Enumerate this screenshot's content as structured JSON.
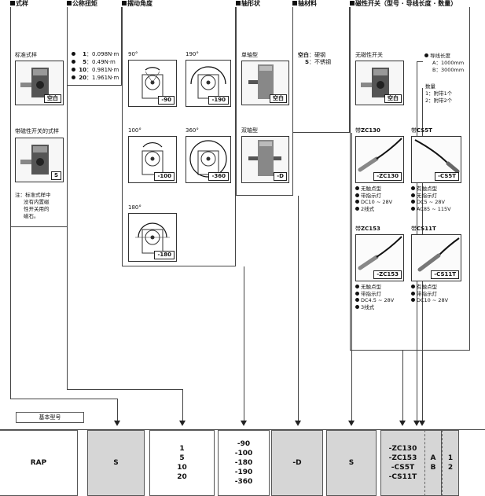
{
  "headers": {
    "style": "式样",
    "torque": "公称扭矩",
    "angle": "摆动角度",
    "shaft": "轴形状",
    "material": "轴材料",
    "switch": "磁性开关（型号 · 导线长度 · 数量）"
  },
  "style_col": {
    "standard_label": "标准式样",
    "standard_tag": "空白",
    "magnetic_label": "带磁性开关的式样",
    "magnetic_tag": "S",
    "note": [
      "注：标准式样中",
      "没有内置磁",
      "性开关用的",
      "磁石。"
    ]
  },
  "torque_col": {
    "items": [
      {
        "code": "1",
        "value": "0.098N·m"
      },
      {
        "code": "5",
        "value": "0.49N·m"
      },
      {
        "code": "10",
        "value": "0.981N·m"
      },
      {
        "code": "20",
        "value": "1.961N·m"
      }
    ]
  },
  "angle_col": {
    "items": [
      {
        "deg": "90°",
        "tag": "-90"
      },
      {
        "deg": "190°",
        "tag": "-190"
      },
      {
        "deg": "100°",
        "tag": "-100"
      },
      {
        "deg": "360°",
        "tag": "-360"
      },
      {
        "deg": "180°",
        "tag": "-180"
      }
    ]
  },
  "shaft_col": {
    "single_label": "单轴型",
    "single_tag": "空白",
    "double_label": "双轴型",
    "double_tag": "-D"
  },
  "material_col": {
    "line1_code": "空白",
    "line1_text": "硬钢",
    "line2_code": "S",
    "line2_text": "不锈钢"
  },
  "switch_col": {
    "none_label": "无磁性开关",
    "none_tag": "空白",
    "wire_title": "导线长度",
    "wire_a": "A：1000mm",
    "wire_b": "B：3000mm",
    "qty_title": "数量",
    "qty_1": "1：附带1个",
    "qty_2": "2：附带2个",
    "sensors": [
      {
        "title_prefix": "带",
        "title_code": "ZC130",
        "tag": "-ZC130",
        "specs": [
          "无触点型",
          "带指示灯",
          "DC10 ~ 28V",
          "2线式"
        ]
      },
      {
        "title_prefix": "带",
        "title_code": "CS5T",
        "tag": "-CS5T",
        "specs": [
          "有触点型",
          "无指示灯",
          "DC5 ~ 28V",
          "AC85 ~ 115V"
        ]
      },
      {
        "title_prefix": "带",
        "title_code": "ZC153",
        "tag": "-ZC153",
        "specs": [
          "无触点型",
          "带指示灯",
          "DC4.5 ~ 28V",
          "3线式"
        ]
      },
      {
        "title_prefix": "带",
        "title_code": "CS11T",
        "tag": "-CS11T",
        "specs": [
          "有触点型",
          "带指示灯",
          "DC10 ~ 28V"
        ]
      }
    ]
  },
  "model_row": {
    "base_label": "基本型号",
    "base": "RAP",
    "style": "S",
    "torque": [
      "1",
      "5",
      "10",
      "20"
    ],
    "angle": [
      "-90",
      "-100",
      "-180",
      "-190",
      "-360"
    ],
    "shaft": "-D",
    "material": "S",
    "switch": [
      "-ZC130",
      "-ZC153",
      "-CS5T",
      "-CS11T"
    ],
    "wire": [
      "A",
      "B"
    ],
    "qty": [
      "1",
      "2"
    ]
  }
}
